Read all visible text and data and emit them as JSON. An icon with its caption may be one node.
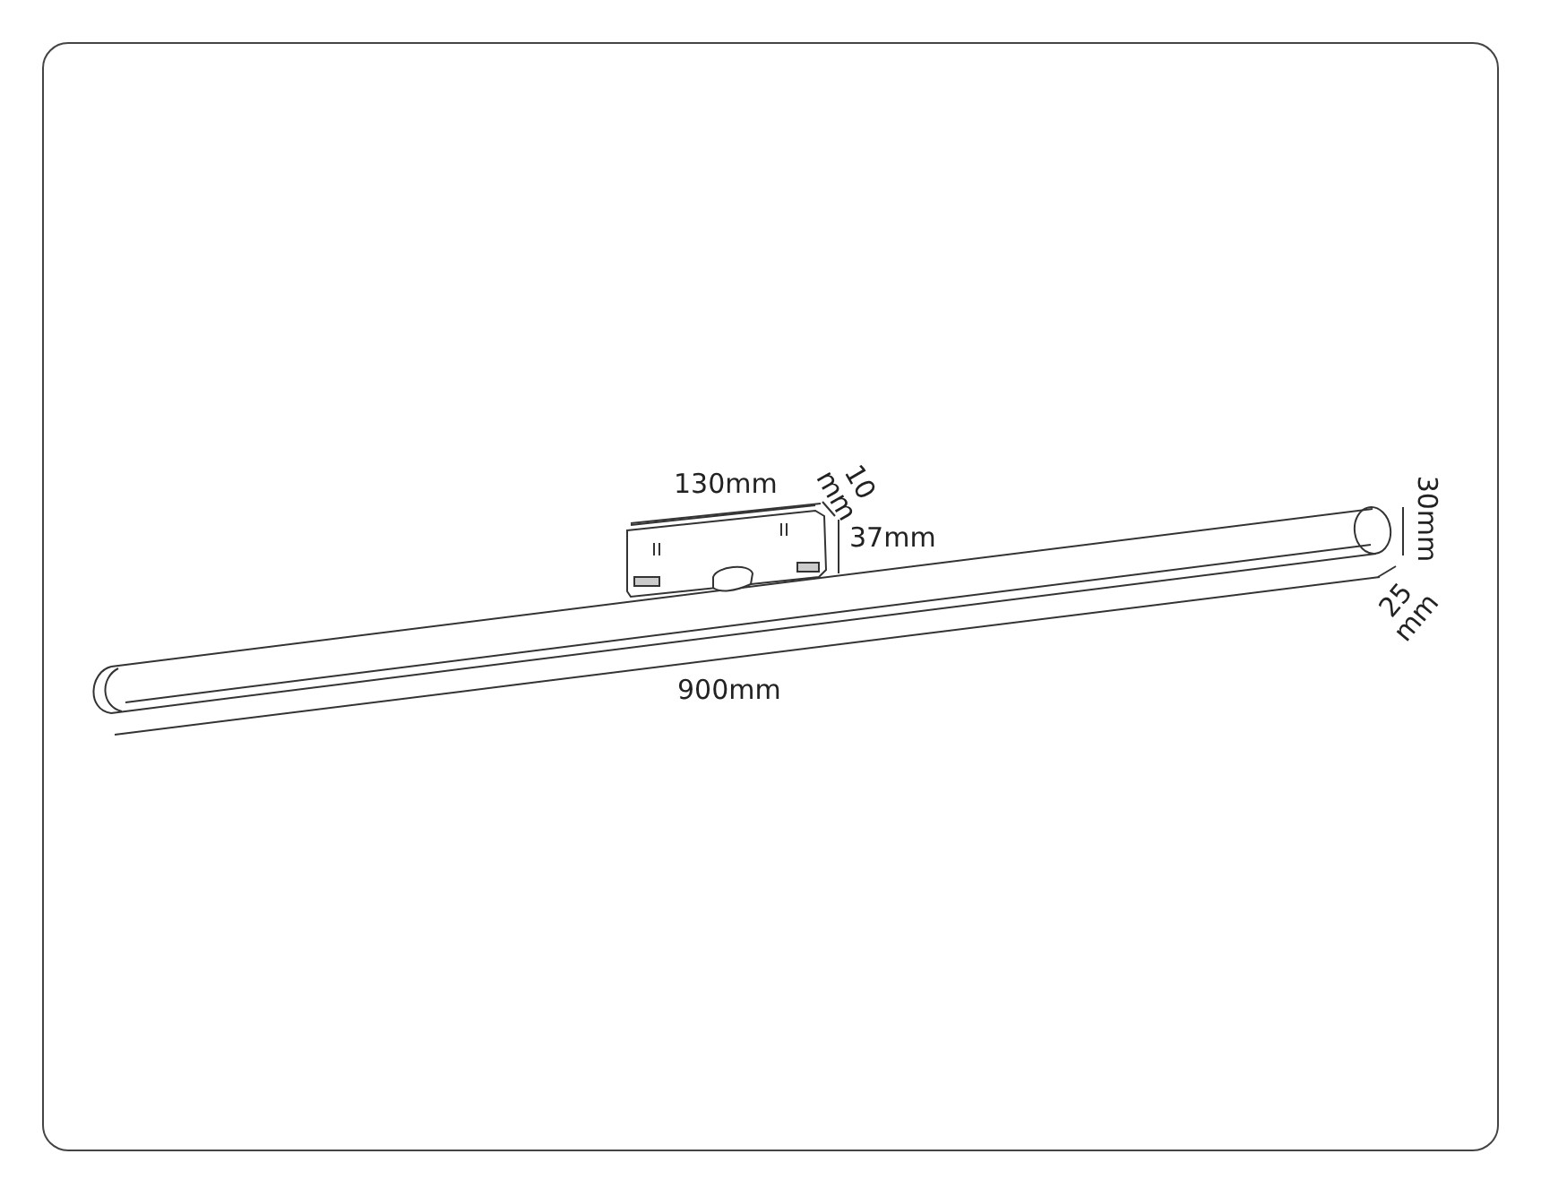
{
  "diagram": {
    "labels": [
      "130mm",
      "10 mm",
      "37mm",
      "30mm",
      "25 mm",
      "900mm"
    ]
  }
}
